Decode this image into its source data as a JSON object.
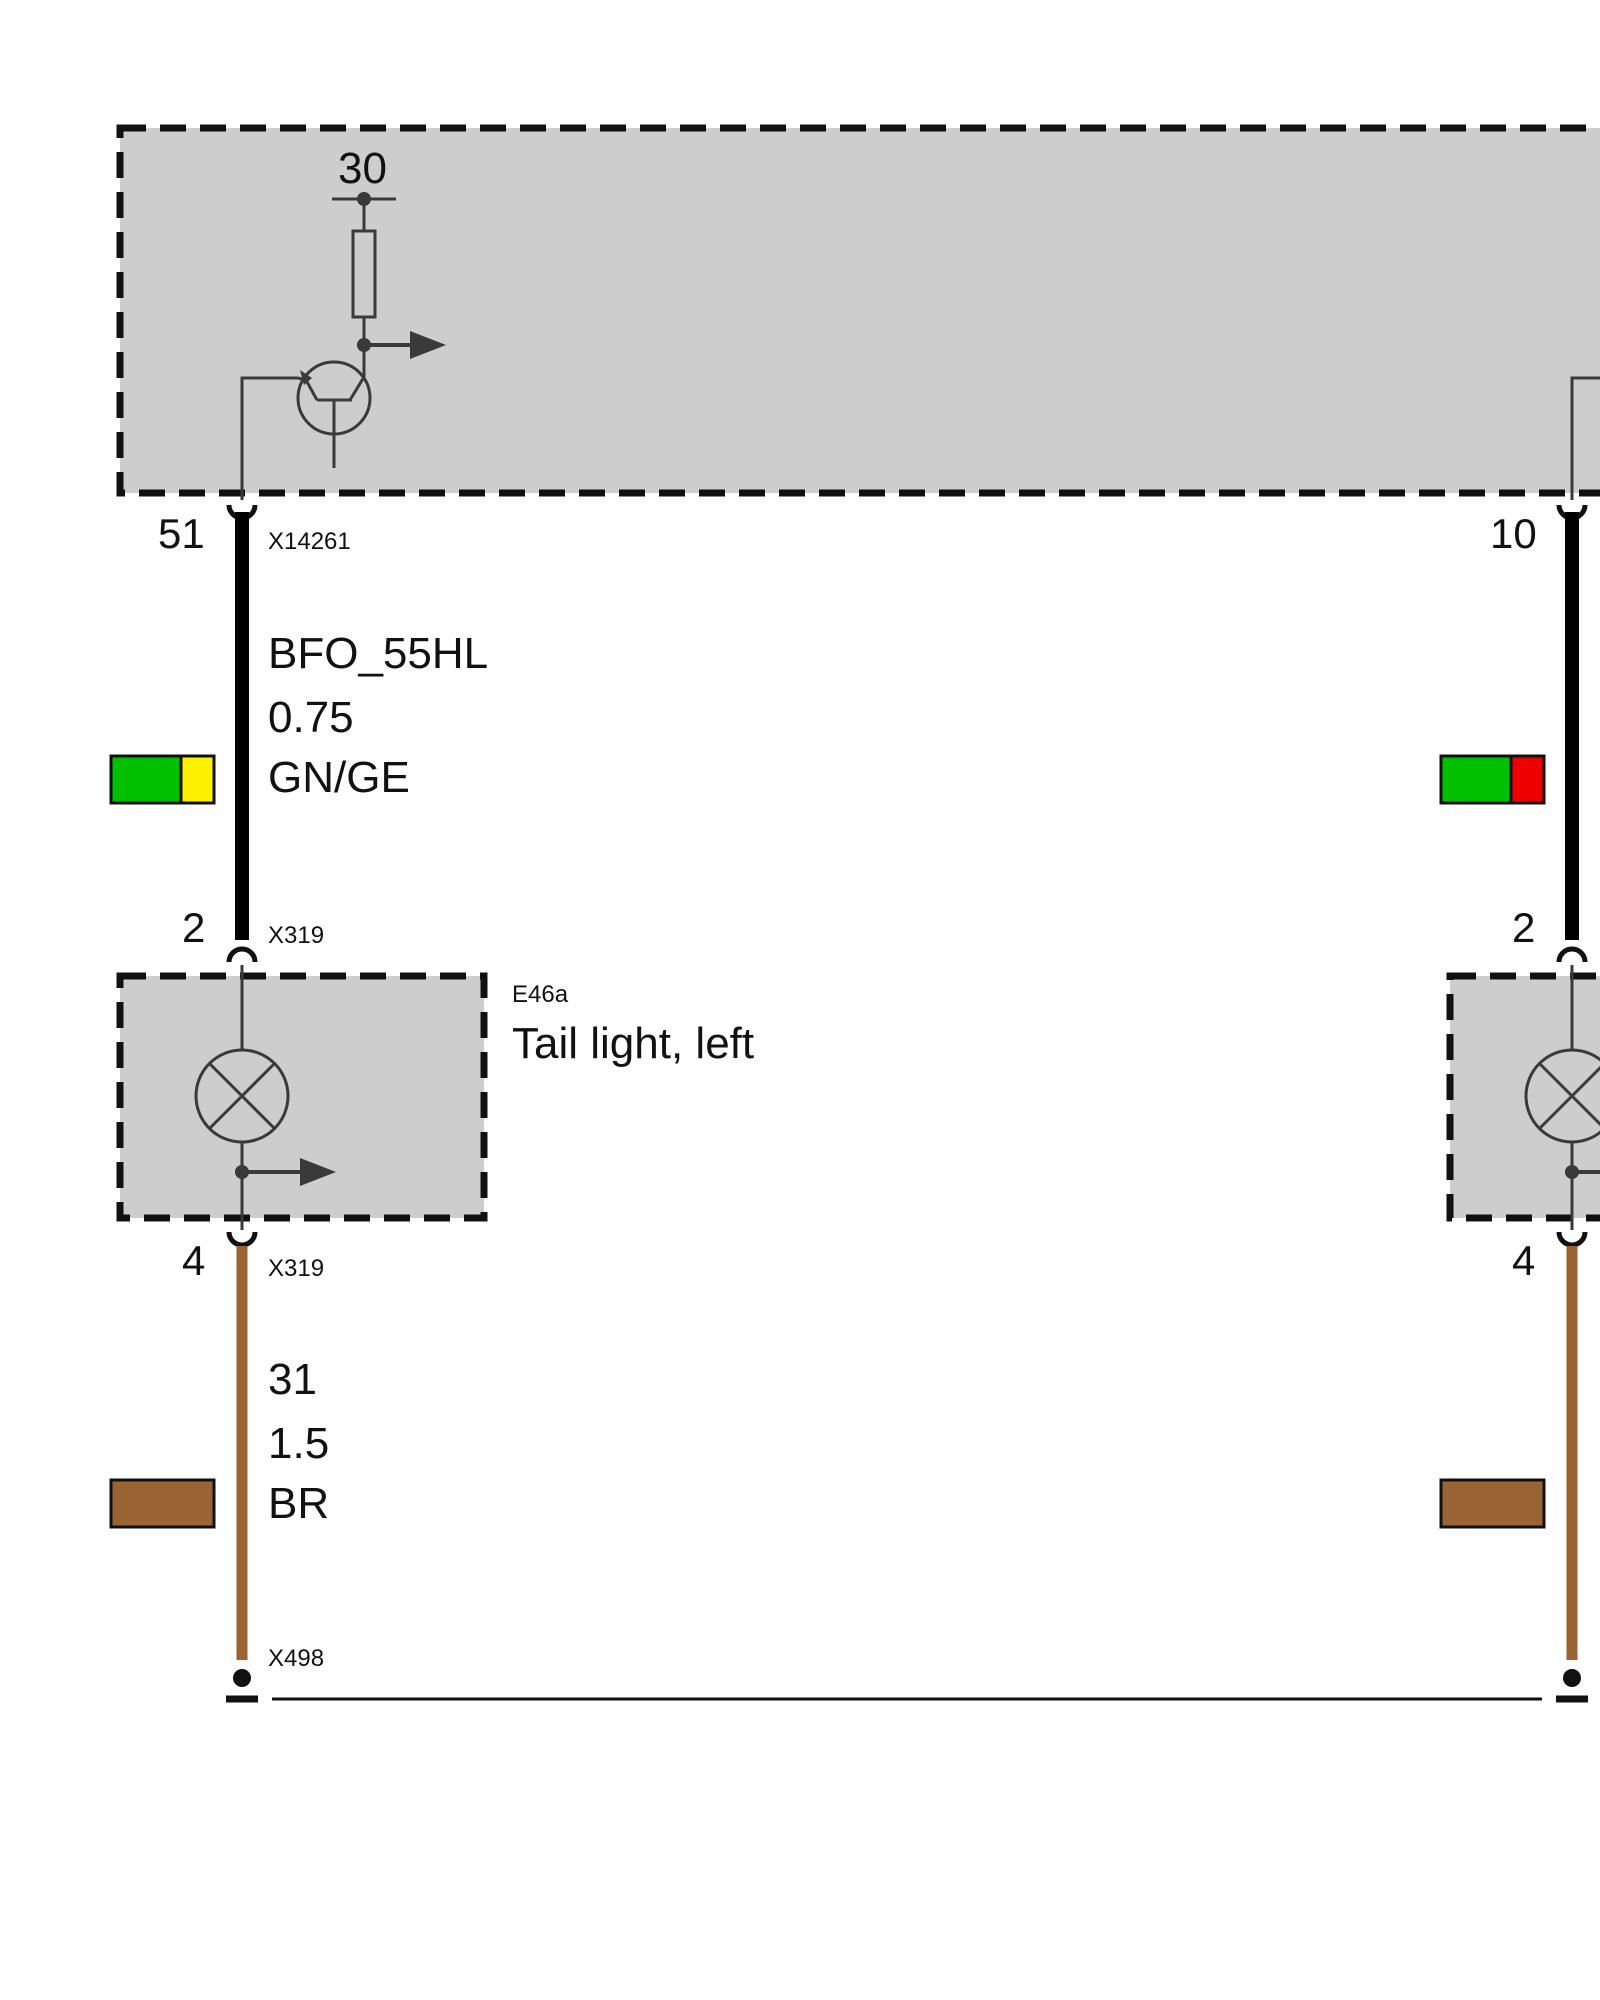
{
  "module": {
    "supply_terminal": "30",
    "left_pin": "51",
    "right_pin": "10",
    "connector": "X14261"
  },
  "left_branch": {
    "upper_wire": {
      "signal": "BFO_55HL",
      "cross_section": "0.75",
      "color_code": "GN/GE",
      "colors": [
        "#00C000",
        "#FFF000"
      ]
    },
    "lamp_top_pin": "2",
    "lamp_top_connector": "X319",
    "component_id": "E46a",
    "component_name": "Tail light, left",
    "lamp_bottom_pin": "4",
    "lamp_bottom_connector": "X319",
    "lower_wire": {
      "signal": "31",
      "cross_section": "1.5",
      "color_code": "BR",
      "color": "#9A6333"
    },
    "ground_connector": "X498"
  },
  "right_branch": {
    "upper_wire_colors": [
      "#00C000",
      "#EE0000"
    ],
    "lamp_top_pin": "2",
    "lamp_bottom_pin": "4",
    "lower_wire_color": "#9A6333"
  },
  "colors": {
    "module_fill": "#CDCDCD",
    "wire_black": "#000000",
    "symbol_stroke": "#3A3A3A"
  }
}
